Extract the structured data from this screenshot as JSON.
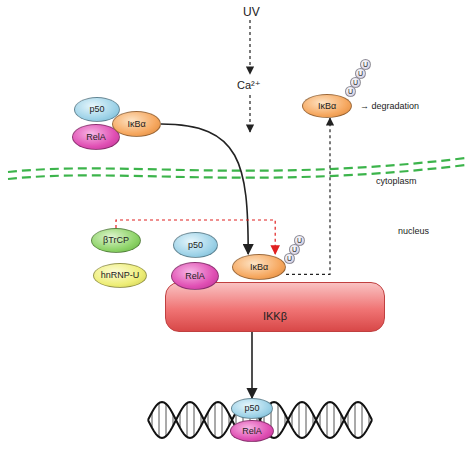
{
  "diagram": {
    "nodes": [
      {
        "text": [
          "p50"
        ]
      },
      {
        "text": [
          "RelA"
        ]
      },
      {
        "text": [
          "IκBα"
        ]
      },
      {
        "text": [
          "IκBα"
        ]
      },
      {
        "text": [
          "U"
        ]
      },
      {
        "text": [
          "U"
        ]
      },
      {
        "text": [
          "U"
        ]
      },
      {
        "text": [
          "U"
        ]
      },
      {
        "text": [
          "βTrCP"
        ]
      },
      {
        "text": [
          "hnRNP-U"
        ]
      },
      {
        "text": [
          "p50"
        ]
      },
      {
        "text": [
          "RelA"
        ]
      },
      {
        "text": [
          "IκBα"
        ]
      },
      {
        "text": [
          "U"
        ]
      },
      {
        "text": [
          "U"
        ]
      },
      {
        "text": [
          "U"
        ]
      },
      {
        "text": [
          "IKKβ"
        ]
      },
      {
        "text": [
          "p50"
        ]
      },
      {
        "text": [
          "RelA"
        ]
      }
    ],
    "edges": [
      {
        "from": 2,
        "to": 12,
        "arrow": "to"
      },
      {
        "from": 12,
        "to": 3,
        "arrow": "to"
      },
      {
        "from": 8,
        "to": 12,
        "arrow": "to"
      },
      {
        "from": 16,
        "to": 17,
        "arrow": "to"
      }
    ],
    "labels": [
      "UV",
      "Ca²⁺",
      "→ degradation",
      "cytoplasm",
      "nucleus"
    ]
  }
}
